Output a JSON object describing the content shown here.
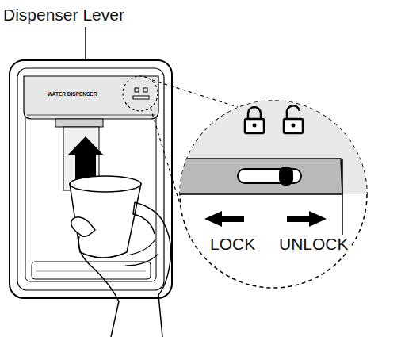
{
  "diagram": {
    "labels": [
      "Dispenser Lever",
      "WATER DISPENSER",
      "LOCK",
      "UNLOCK"
    ]
  }
}
